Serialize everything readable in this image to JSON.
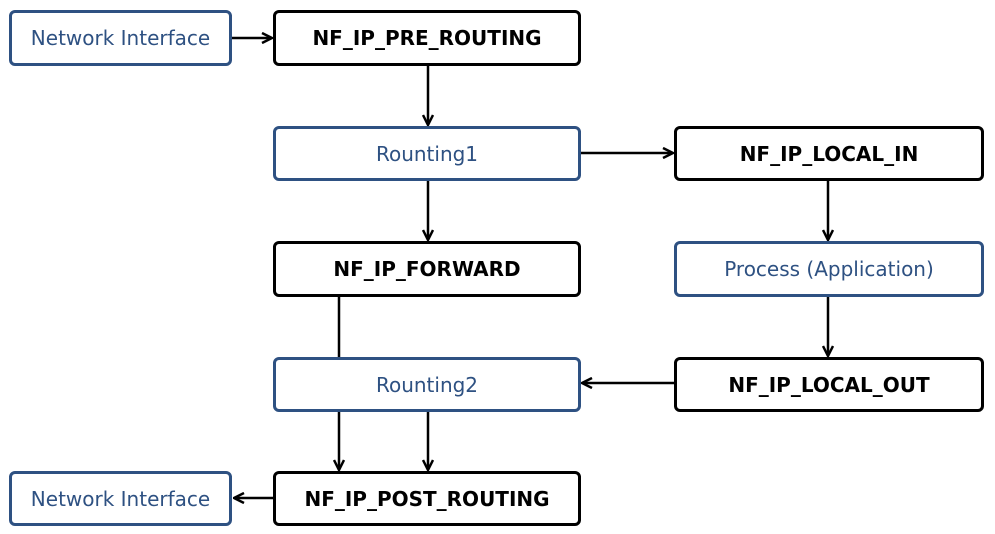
{
  "nodes": {
    "network_interface_in": "Network Interface",
    "pre_routing": "NF_IP_PRE_ROUTING",
    "routing1": "Rounting1",
    "local_in": "NF_IP_LOCAL_IN",
    "forward": "NF_IP_FORWARD",
    "process": "Process (Application)",
    "routing2": "Rounting2",
    "local_out": "NF_IP_LOCAL_OUT",
    "network_interface_out": "Network Interface",
    "post_routing": "NF_IP_POST_ROUTING"
  },
  "colors": {
    "hook_border": "#000000",
    "info_border": "#2e5182",
    "info_text": "#2e5182",
    "arrow": "#000000"
  }
}
